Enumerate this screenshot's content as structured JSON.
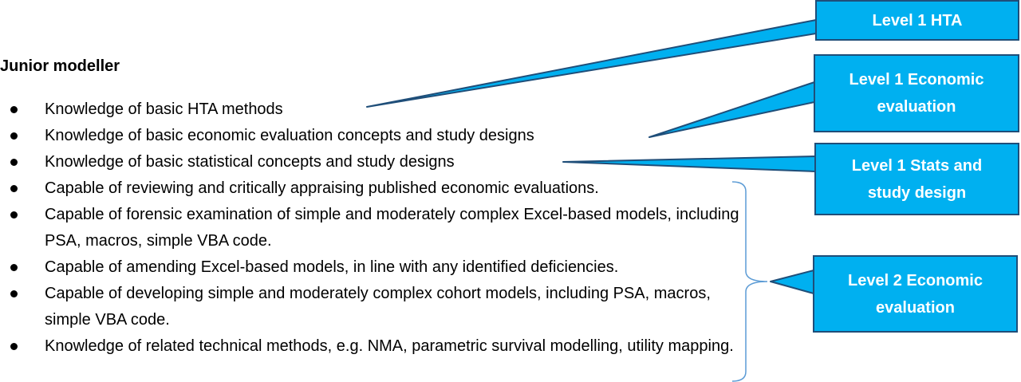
{
  "heading": "Junior modeller",
  "bullets": [
    "Knowledge of basic HTA methods",
    "Knowledge of basic economic evaluation concepts and study designs",
    "Knowledge of basic statistical concepts and study designs",
    "Capable of reviewing and critically appraising published economic evaluations.",
    "Capable of forensic examination of simple and moderately complex Excel-based models, including PSA, macros, simple VBA code.",
    "Capable of amending Excel-based models, in line with any identified deficiencies.",
    "Capable of developing simple and moderately complex cohort models, including PSA, macros, simple VBA code.",
    "Knowledge of related technical methods, e.g. NMA, parametric survival modelling, utility mapping."
  ],
  "callouts": [
    {
      "lines": [
        "Level 1 HTA"
      ]
    },
    {
      "lines": [
        "Level 1 Economic",
        "evaluation"
      ]
    },
    {
      "lines": [
        "Level 1 Stats and",
        "study design"
      ]
    },
    {
      "lines": [
        "Level 2 Economic",
        "evaluation"
      ]
    }
  ],
  "colors": {
    "callout_fill": "#00b0f0",
    "callout_border": "#1f4e79",
    "callout_text": "#ffffff",
    "brace": "#5b9bd5"
  }
}
